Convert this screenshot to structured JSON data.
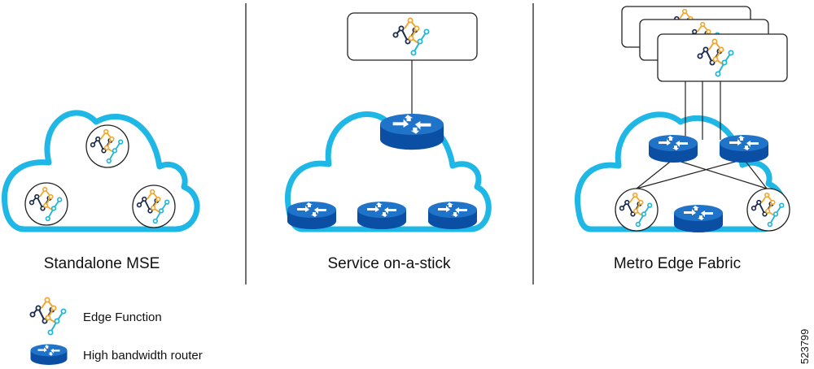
{
  "colors": {
    "cloud": "#1eb7e6",
    "router_top": "#1f73c8",
    "router_side": "#0a4fa3",
    "router_arrow": "#ffffff",
    "icon_navy": "#1a2b4c",
    "icon_orange": "#f0a830",
    "icon_cyan": "#22b6d8",
    "divider": "#222222",
    "line": "#222222"
  },
  "icons": {
    "edge_function": "edge-function-icon",
    "router": "router-icon"
  },
  "panels": [
    {
      "title": "Standalone MSE"
    },
    {
      "title": "Service on-a-stick"
    },
    {
      "title": "Metro Edge Fabric"
    }
  ],
  "legend": {
    "edge_function_label": "Edge Function",
    "router_label": "High bandwidth router"
  },
  "figure_id": "523799"
}
